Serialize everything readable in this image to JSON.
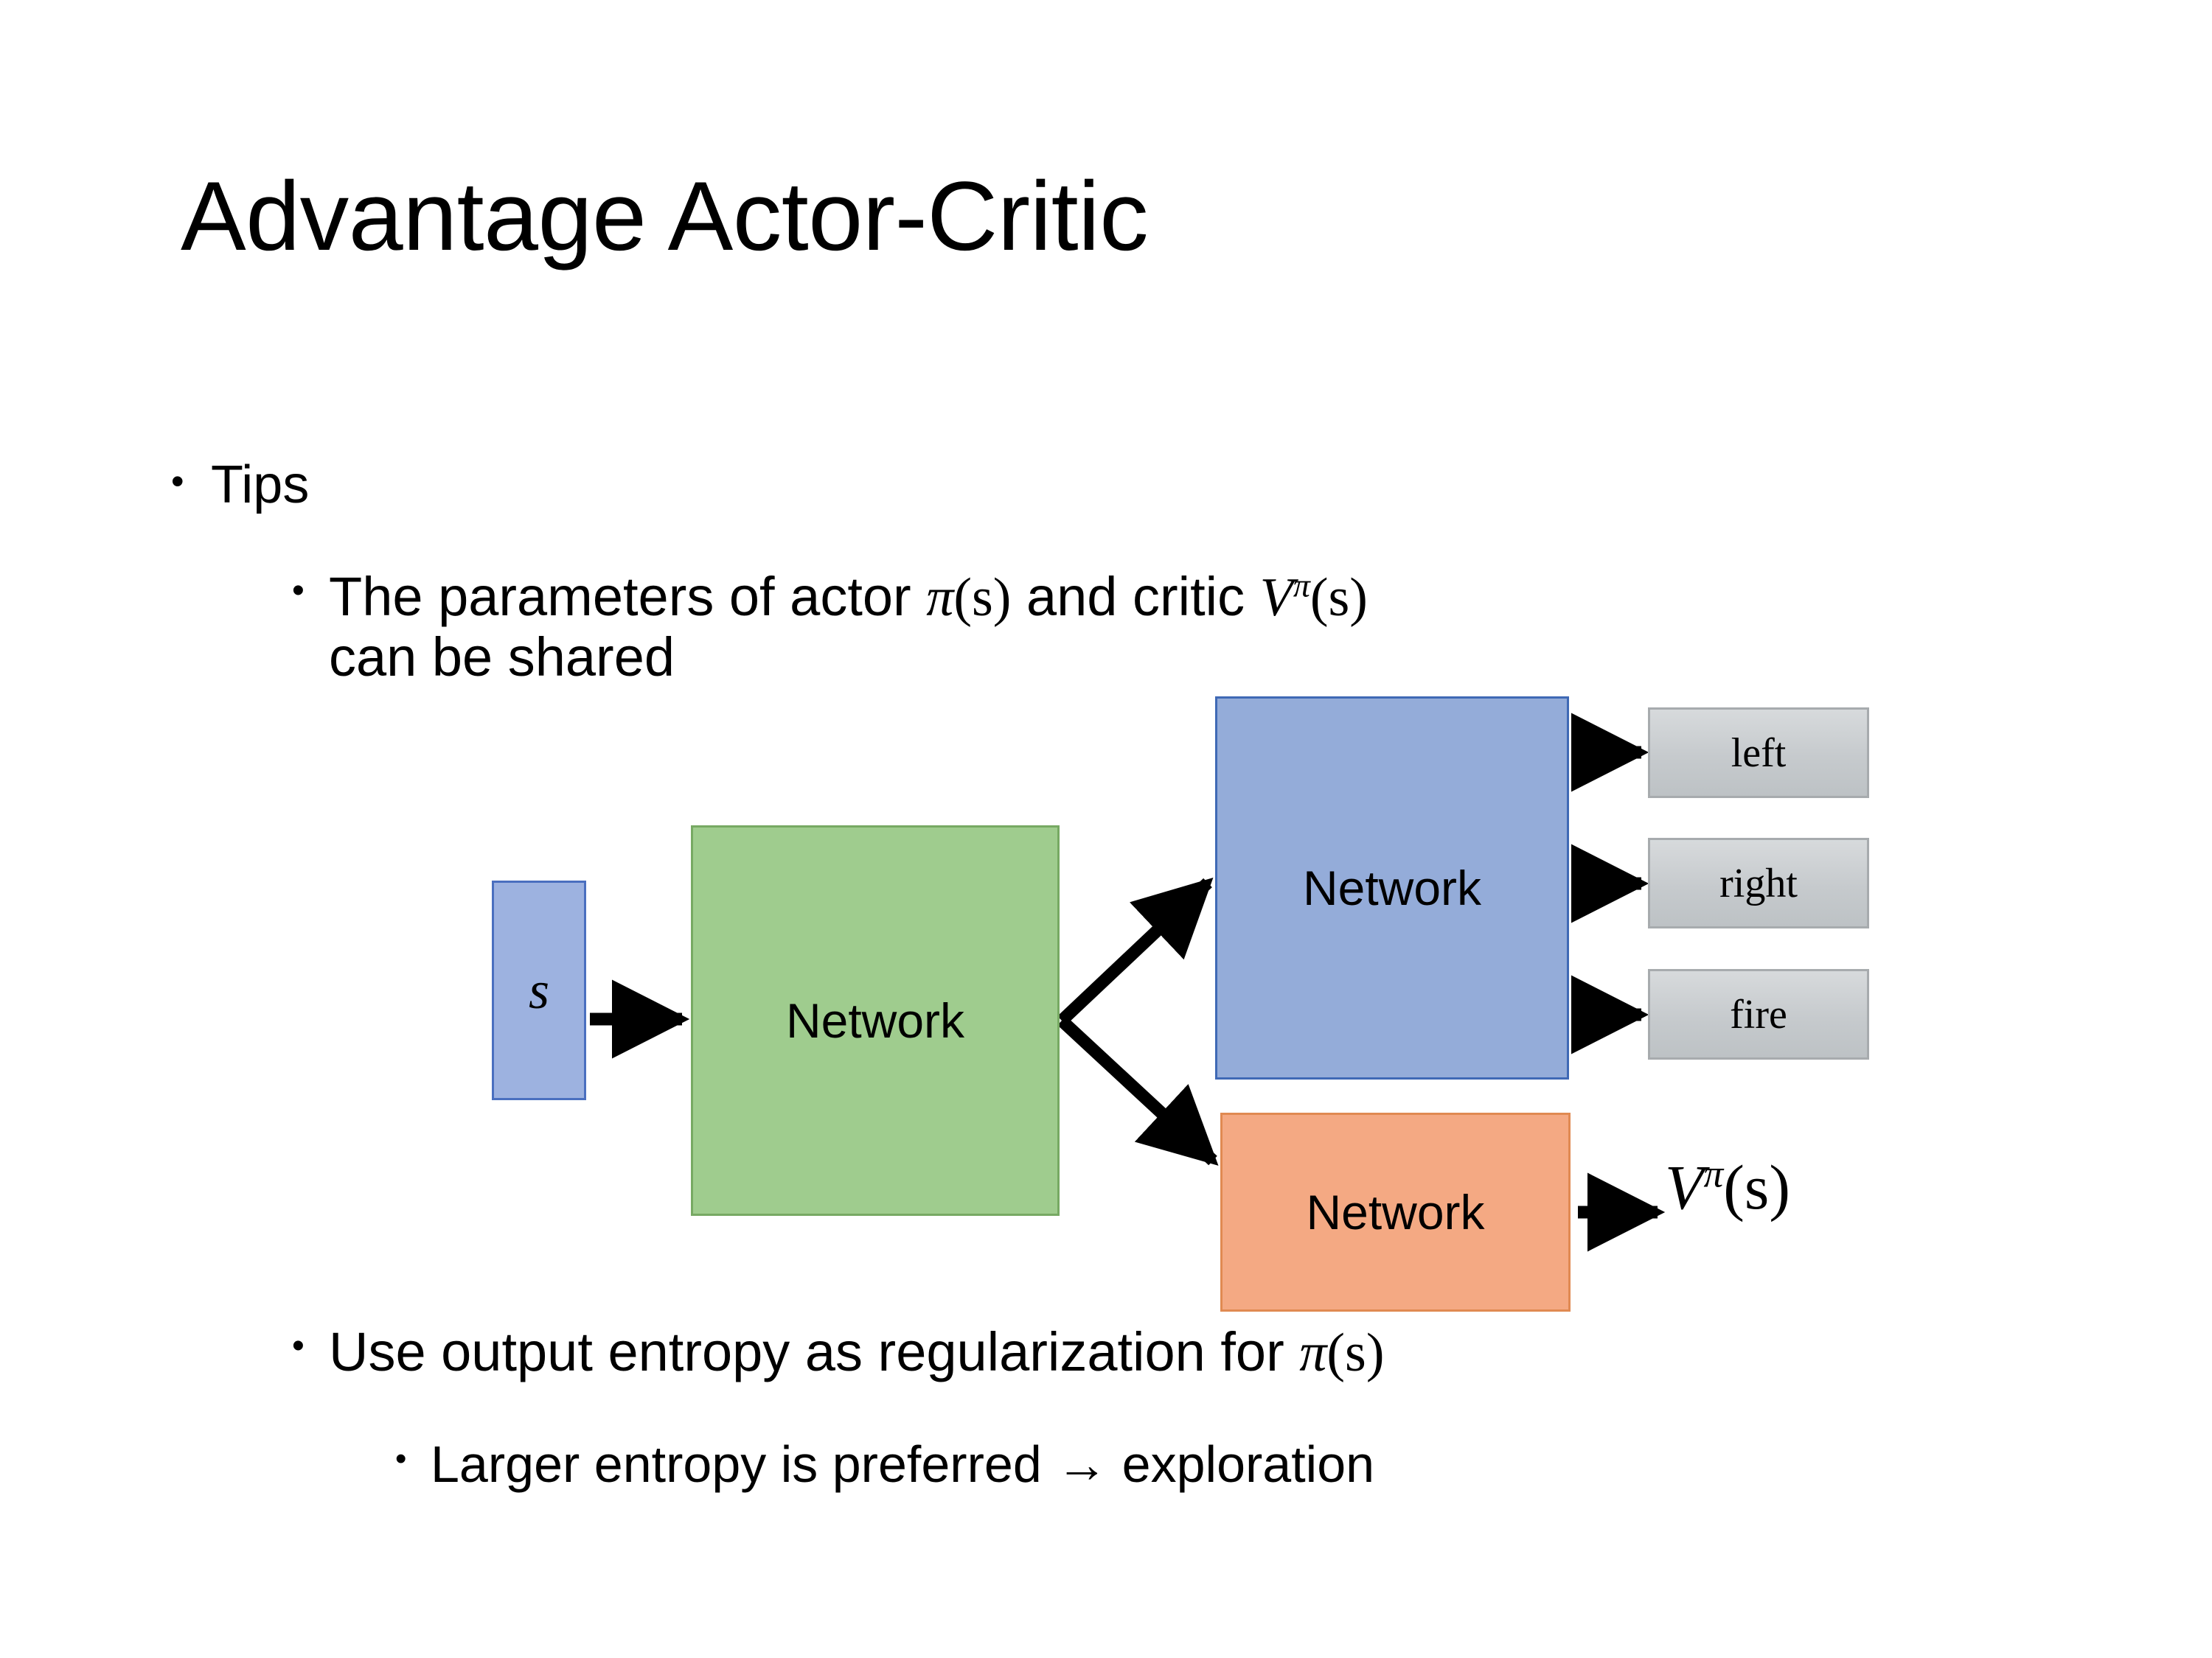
{
  "slide": {
    "title": "Advantage Actor-Critic"
  },
  "bullets": {
    "tips": {
      "marker": "•",
      "text": "Tips"
    },
    "parameters": {
      "marker": "•",
      "prefix": "The parameters of actor ",
      "actor_symbol": "π",
      "actor_arg": "(s)",
      "middle": "  and critic ",
      "critic_symbol": "V",
      "critic_superscript": "π",
      "critic_arg": "(s)",
      "line2": "can be shared"
    },
    "entropy": {
      "marker": "•",
      "prefix": "Use output entropy as regularization for ",
      "symbol": "π",
      "arg": "(s)"
    },
    "larger_entropy": {
      "marker": "•",
      "text": "Larger entropy is preferred → exploration"
    }
  },
  "diagram": {
    "state_box": {
      "label": "s",
      "fill": "#9DB2E0",
      "stroke": "#4A6FBF"
    },
    "shared_network": {
      "label": "Network",
      "fill": "#9FCC8E",
      "stroke": "#77A963"
    },
    "actor_network": {
      "label": "Network",
      "fill": "#94ACD9",
      "stroke": "#3F69B5"
    },
    "critic_network": {
      "label": "Network",
      "fill": "#F4A983",
      "stroke": "#E08A52"
    },
    "actions": [
      {
        "label": "left"
      },
      {
        "label": "right"
      },
      {
        "label": "fire"
      }
    ],
    "critic_output": {
      "symbol": "V",
      "superscript": "π",
      "arg": "(s)"
    },
    "arrow_color": "#000000"
  }
}
